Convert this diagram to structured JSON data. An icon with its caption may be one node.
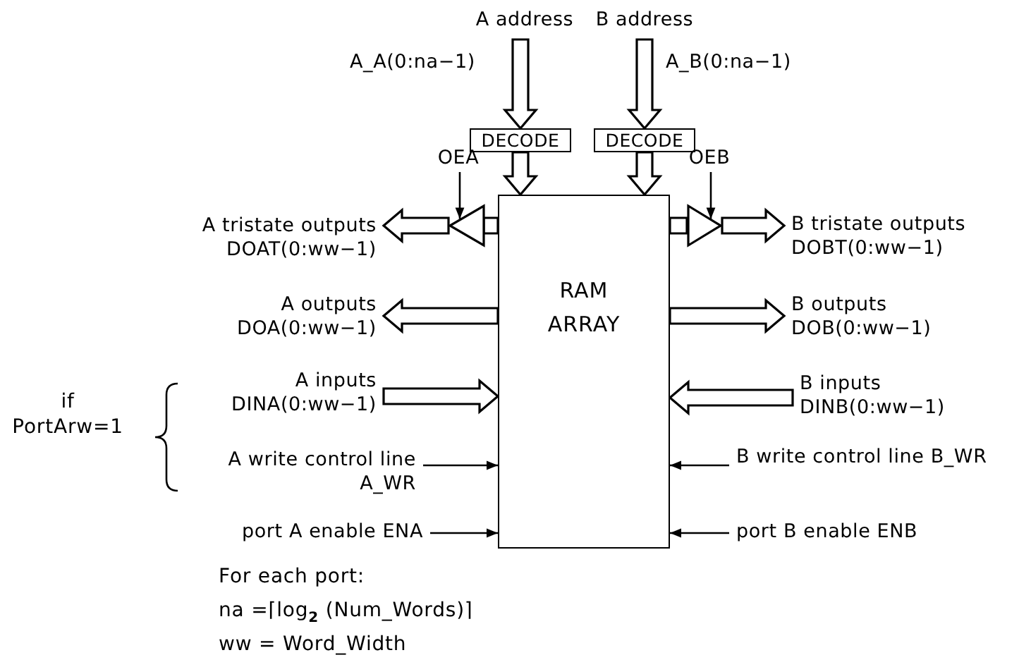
{
  "diagram": {
    "nodes": [
      {
        "text": [
          "A address"
        ]
      },
      {
        "text": [
          "B address"
        ]
      },
      {
        "text": [
          "DECODE"
        ]
      },
      {
        "text": [
          "DECODE"
        ]
      },
      {
        "text": [
          "RAM ARRAY"
        ]
      },
      {
        "text": [
          "OEA"
        ]
      },
      {
        "text": [
          "OEB"
        ]
      },
      {
        "text": [],
        "shape": "triangle"
      },
      {
        "text": [],
        "shape": "triangle"
      },
      {
        "text": [
          "A tristate outputs",
          "DOAT(0:ww−1)"
        ]
      },
      {
        "text": [
          "B tristate outputs",
          "DOBT(0:ww−1)"
        ]
      },
      {
        "text": [
          "A outputs",
          "DOA(0:ww−1)"
        ]
      },
      {
        "text": [
          "B outputs",
          "DOB(0:ww−1)"
        ]
      },
      {
        "text": [
          "A inputs",
          "DINA(0:ww−1)"
        ]
      },
      {
        "text": [
          "B inputs",
          "DINB(0:ww−1)"
        ]
      },
      {
        "text": [
          "A write control line A_WR"
        ]
      },
      {
        "text": [
          "B write control line B_WR"
        ]
      },
      {
        "text": [
          "port A enable ENA"
        ]
      },
      {
        "text": [
          "port B enable ENB"
        ]
      }
    ],
    "edges": [
      {
        "from": 0,
        "to": 2,
        "arrow": "to",
        "style": "thick",
        "label": "A_A(0:na−1)"
      },
      {
        "from": 1,
        "to": 3,
        "arrow": "to",
        "style": "thick",
        "label": "A_B(0:na−1)"
      },
      {
        "from": 2,
        "to": 4,
        "arrow": "to",
        "style": "thick"
      },
      {
        "from": 3,
        "to": 4,
        "arrow": "to",
        "style": "thick"
      },
      {
        "from": 5,
        "to": 7,
        "arrow": "to"
      },
      {
        "from": 6,
        "to": 8,
        "arrow": "to"
      },
      {
        "from": 4,
        "to": 7,
        "arrow": "none",
        "style": "thick"
      },
      {
        "from": 7,
        "to": 9,
        "arrow": "to",
        "style": "thick"
      },
      {
        "from": 4,
        "to": 8,
        "arrow": "none",
        "style": "thick"
      },
      {
        "from": 8,
        "to": 10,
        "arrow": "to",
        "style": "thick"
      },
      {
        "from": 4,
        "to": 11,
        "arrow": "to",
        "style": "thick"
      },
      {
        "from": 4,
        "to": 12,
        "arrow": "to",
        "style": "thick"
      },
      {
        "from": 13,
        "to": 4,
        "arrow": "to",
        "style": "thick"
      },
      {
        "from": 14,
        "to": 4,
        "arrow": "to",
        "style": "thick"
      },
      {
        "from": 15,
        "to": 4,
        "arrow": "to"
      },
      {
        "from": 16,
        "to": 4,
        "arrow": "to"
      },
      {
        "from": 17,
        "to": 4,
        "arrow": "to"
      },
      {
        "from": 18,
        "to": 4,
        "arrow": "to"
      }
    ],
    "labels": [
      "if PortArw=1",
      "For each port:",
      "na =⌈log$_{2}$ (Num_Words)⌉",
      "ww = Word_Width"
    ]
  }
}
